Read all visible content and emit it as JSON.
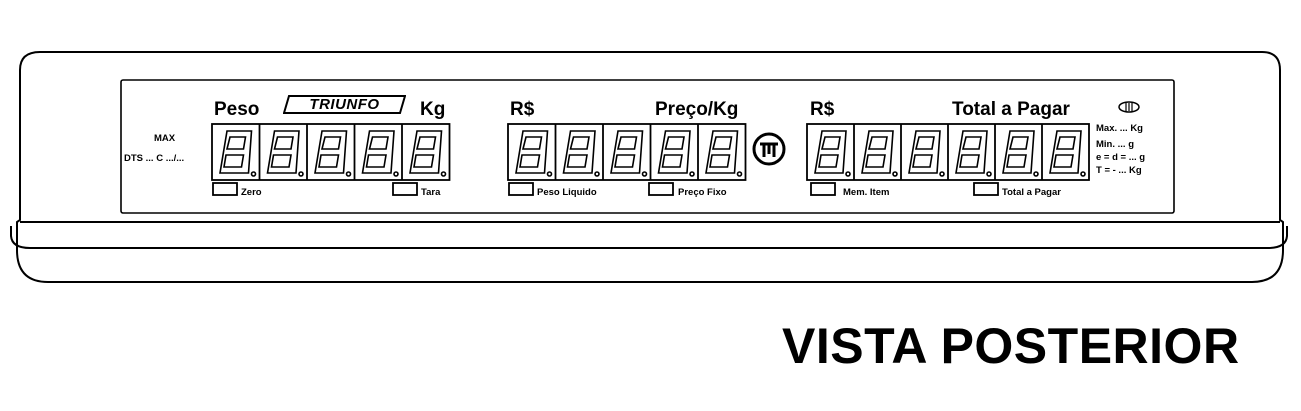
{
  "panel1": {
    "header_left": "Peso",
    "brand": "TRIUNFO",
    "header_right": "Kg",
    "side_max": "MAX",
    "side_dts": "DTS ... C .../...",
    "indicator_left": "Zero",
    "indicator_right": "Tara",
    "digits": 5
  },
  "panel2": {
    "header_left": "R$",
    "header_right": "Preço/Kg",
    "indicator_left": "Peso Liquido",
    "indicator_right": "Preço Fixo",
    "digits": 5
  },
  "panel3": {
    "header_left": "R$",
    "header_right": "Total a Pagar",
    "indicator_left": "Mem. Item",
    "indicator_right": "Total a Pagar",
    "digits": 6
  },
  "specs": {
    "max": "Max. ... Kg",
    "min": "Min. ... g",
    "e_d": "e = d = ... g",
    "tare": "T = - ... Kg"
  },
  "caption": "VISTA POSTERIOR"
}
